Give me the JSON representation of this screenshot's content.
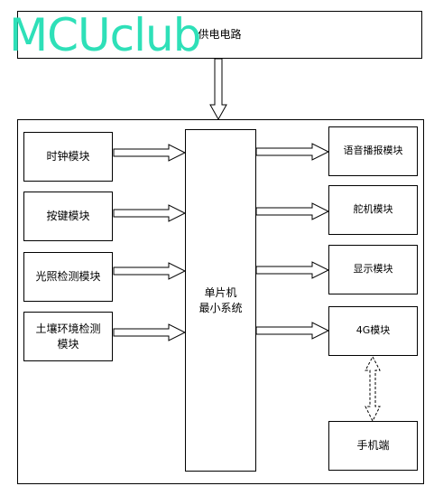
{
  "watermark": "MCUclub",
  "power": "供电电路",
  "mcu": "单片机\n最小系统",
  "inputs": [
    "时钟模块",
    "按键模块",
    "光照检测模块",
    "土壤环境检测\n模块"
  ],
  "outputs": [
    "语音播报模块",
    "舵机模块",
    "显示模块",
    "4G模块"
  ],
  "phone": "手机端"
}
